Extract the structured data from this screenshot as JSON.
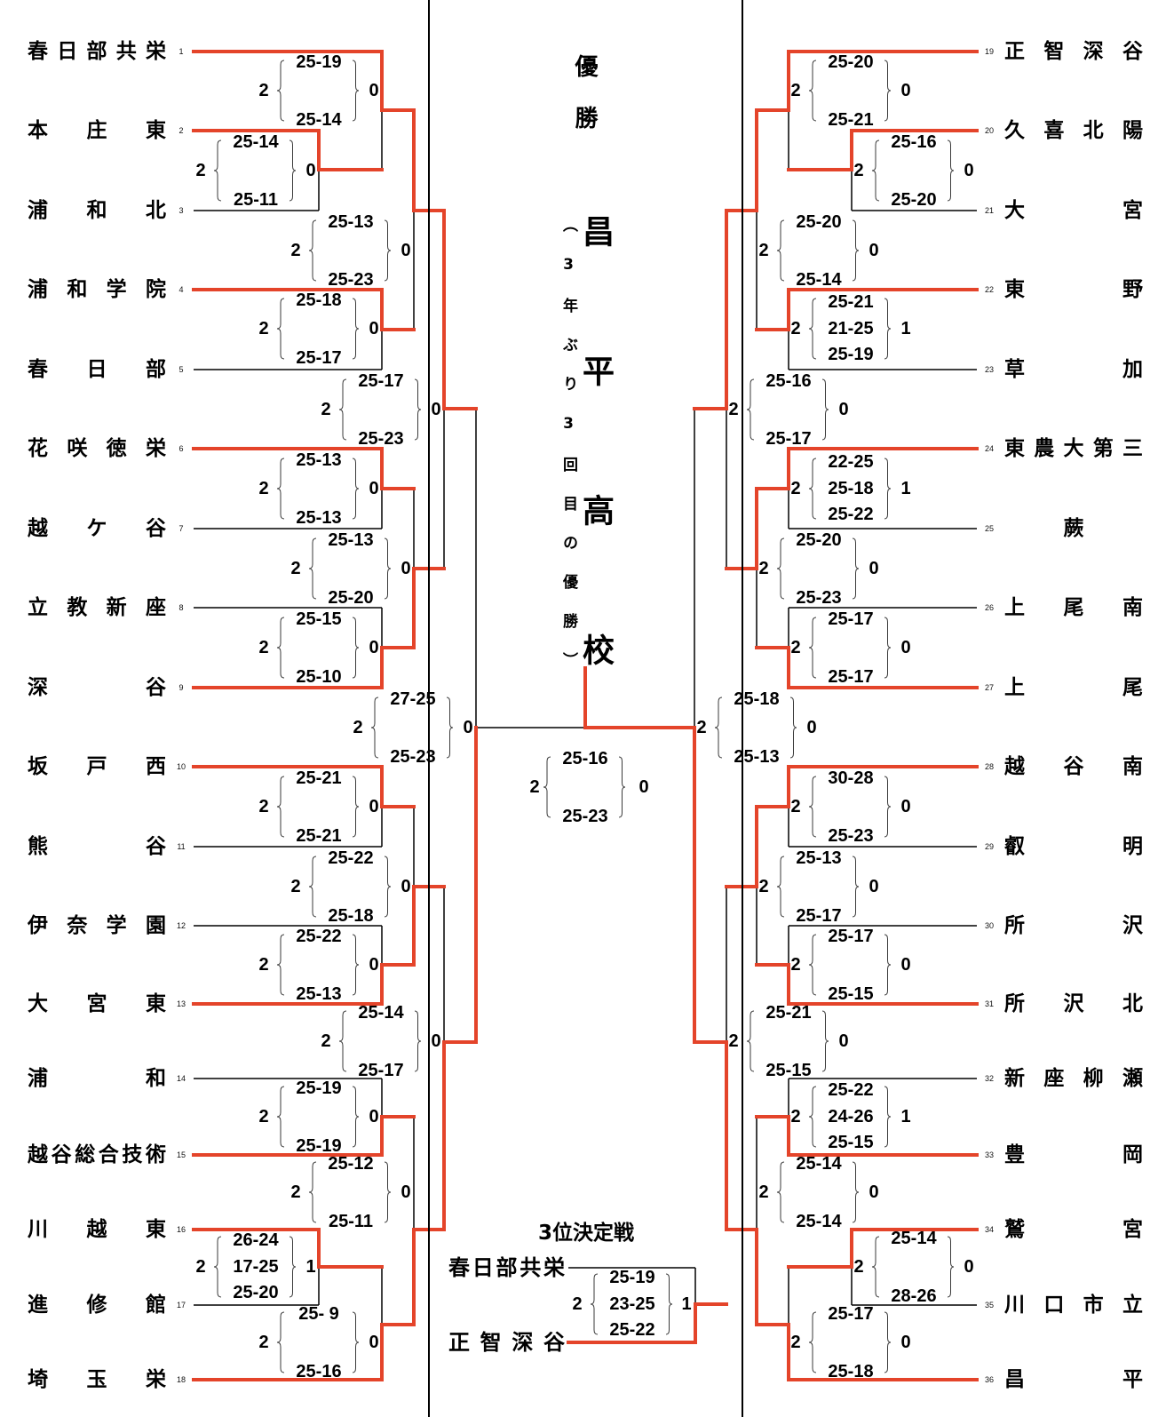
{
  "champion": {
    "label": "優勝",
    "school": "昌平高校",
    "note": "（3年ぶり3回目の優勝）"
  },
  "colors": {
    "advance_line": "#e4442a",
    "bracket_line": "#000000"
  },
  "left_teams": [
    {
      "seed": "1",
      "name": "春日部共栄"
    },
    {
      "seed": "2",
      "name": "本庄東"
    },
    {
      "seed": "3",
      "name": "浦和北"
    },
    {
      "seed": "4",
      "name": "浦和学院"
    },
    {
      "seed": "5",
      "name": "春日部"
    },
    {
      "seed": "6",
      "name": "花咲徳栄"
    },
    {
      "seed": "7",
      "name": "越ケ谷"
    },
    {
      "seed": "8",
      "name": "立教新座"
    },
    {
      "seed": "9",
      "name": "深谷"
    },
    {
      "seed": "10",
      "name": "坂戸西"
    },
    {
      "seed": "11",
      "name": "熊谷"
    },
    {
      "seed": "12",
      "name": "伊奈学園"
    },
    {
      "seed": "13",
      "name": "大宮東"
    },
    {
      "seed": "14",
      "name": "浦和"
    },
    {
      "seed": "15",
      "name": "越谷総合技術"
    },
    {
      "seed": "16",
      "name": "川越東"
    },
    {
      "seed": "17",
      "name": "進修館"
    },
    {
      "seed": "18",
      "name": "埼玉栄"
    }
  ],
  "right_teams": [
    {
      "seed": "19",
      "name": "正智深谷"
    },
    {
      "seed": "20",
      "name": "久喜北陽"
    },
    {
      "seed": "21",
      "name": "大宮"
    },
    {
      "seed": "22",
      "name": "東野"
    },
    {
      "seed": "23",
      "name": "草加"
    },
    {
      "seed": "24",
      "name": "東農大第三"
    },
    {
      "seed": "25",
      "name": "蕨"
    },
    {
      "seed": "26",
      "name": "上尾南"
    },
    {
      "seed": "27",
      "name": "上尾"
    },
    {
      "seed": "28",
      "name": "越谷南"
    },
    {
      "seed": "29",
      "name": "叡明"
    },
    {
      "seed": "30",
      "name": "所沢"
    },
    {
      "seed": "31",
      "name": "所沢北"
    },
    {
      "seed": "32",
      "name": "新座柳瀬"
    },
    {
      "seed": "33",
      "name": "豊岡"
    },
    {
      "seed": "34",
      "name": "鷲宮"
    },
    {
      "seed": "35",
      "name": "川口市立"
    },
    {
      "seed": "36",
      "name": "昌平"
    }
  ],
  "left_matches": [
    {
      "left_sets": "2",
      "scores": [
        "25-19",
        "25-14"
      ],
      "right_sets": "0",
      "advancing": "top"
    },
    {
      "left_sets": "2",
      "scores": [
        "25-14",
        "25-11"
      ],
      "right_sets": "0",
      "advancing": "top"
    },
    {
      "left_sets": "2",
      "scores": [
        "25-13",
        "25-23"
      ],
      "right_sets": "0",
      "advancing": "top"
    },
    {
      "left_sets": "2",
      "scores": [
        "25-18",
        "25-17"
      ],
      "right_sets": "0",
      "advancing": "top"
    },
    {
      "left_sets": "2",
      "scores": [
        "25-17",
        "25-23"
      ],
      "right_sets": "0",
      "advancing": "top"
    },
    {
      "left_sets": "2",
      "scores": [
        "25-13",
        "25-13"
      ],
      "right_sets": "0",
      "advancing": "top"
    },
    {
      "left_sets": "2",
      "scores": [
        "25-13",
        "25-20"
      ],
      "right_sets": "0",
      "advancing": "bottom"
    },
    {
      "left_sets": "2",
      "scores": [
        "25-15",
        "25-10"
      ],
      "right_sets": "0",
      "advancing": "bottom"
    },
    {
      "left_sets": "2",
      "scores": [
        "27-25",
        "25-23"
      ],
      "right_sets": "0",
      "advancing": "bottom"
    },
    {
      "left_sets": "2",
      "scores": [
        "25-21",
        "25-21"
      ],
      "right_sets": "0",
      "advancing": "top"
    },
    {
      "left_sets": "2",
      "scores": [
        "25-22",
        "25-18"
      ],
      "right_sets": "0",
      "advancing": "bottom"
    },
    {
      "left_sets": "2",
      "scores": [
        "25-22",
        "25-13"
      ],
      "right_sets": "0",
      "advancing": "bottom"
    },
    {
      "left_sets": "2",
      "scores": [
        "25-14",
        "25-17"
      ],
      "right_sets": "0",
      "advancing": "bottom"
    },
    {
      "left_sets": "2",
      "scores": [
        "25-19",
        "25-19"
      ],
      "right_sets": "0",
      "advancing": "bottom"
    },
    {
      "left_sets": "2",
      "scores": [
        "25-12",
        "25-11"
      ],
      "right_sets": "0",
      "advancing": "bottom"
    },
    {
      "left_sets": "2",
      "scores": [
        "26-24",
        "17-25",
        "25-20"
      ],
      "right_sets": "1",
      "advancing": "top"
    },
    {
      "left_sets": "2",
      "scores": [
        "25- 9",
        "25-16"
      ],
      "right_sets": "0",
      "advancing": "bottom"
    }
  ],
  "right_matches": [
    {
      "left_sets": "2",
      "scores": [
        "25-20",
        "25-21"
      ],
      "right_sets": "0",
      "advancing": "top"
    },
    {
      "left_sets": "2",
      "scores": [
        "25-16",
        "25-20"
      ],
      "right_sets": "0",
      "advancing": "top"
    },
    {
      "left_sets": "2",
      "scores": [
        "25-20",
        "25-14"
      ],
      "right_sets": "0",
      "advancing": "top"
    },
    {
      "left_sets": "2",
      "scores": [
        "25-21",
        "21-25",
        "25-19"
      ],
      "right_sets": "1",
      "advancing": "top"
    },
    {
      "left_sets": "2",
      "scores": [
        "25-16",
        "25-17"
      ],
      "right_sets": "0",
      "advancing": "top"
    },
    {
      "left_sets": "2",
      "scores": [
        "22-25",
        "25-18",
        "25-22"
      ],
      "right_sets": "1",
      "advancing": "top"
    },
    {
      "left_sets": "2",
      "scores": [
        "25-20",
        "25-23"
      ],
      "right_sets": "0",
      "advancing": "top"
    },
    {
      "left_sets": "2",
      "scores": [
        "25-17",
        "25-17"
      ],
      "right_sets": "0",
      "advancing": "bottom"
    },
    {
      "left_sets": "2",
      "scores": [
        "25-18",
        "25-13"
      ],
      "right_sets": "0",
      "advancing": "bottom"
    },
    {
      "left_sets": "2",
      "scores": [
        "30-28",
        "25-23"
      ],
      "right_sets": "0",
      "advancing": "top"
    },
    {
      "left_sets": "2",
      "scores": [
        "25-13",
        "25-17"
      ],
      "right_sets": "0",
      "advancing": "top"
    },
    {
      "left_sets": "2",
      "scores": [
        "25-17",
        "25-15"
      ],
      "right_sets": "0",
      "advancing": "bottom"
    },
    {
      "left_sets": "2",
      "scores": [
        "25-21",
        "25-15"
      ],
      "right_sets": "0",
      "advancing": "bottom"
    },
    {
      "left_sets": "2",
      "scores": [
        "25-22",
        "24-26",
        "25-15"
      ],
      "right_sets": "1",
      "advancing": "bottom"
    },
    {
      "left_sets": "2",
      "scores": [
        "25-14",
        "25-14"
      ],
      "right_sets": "0",
      "advancing": "bottom"
    },
    {
      "left_sets": "2",
      "scores": [
        "25-14",
        "28-26"
      ],
      "right_sets": "0",
      "advancing": "top"
    },
    {
      "left_sets": "2",
      "scores": [
        "25-17",
        "25-18"
      ],
      "right_sets": "0",
      "advancing": "bottom"
    }
  ],
  "final": {
    "left_sets": "2",
    "scores": [
      "25-16",
      "25-23"
    ],
    "right_sets": "0",
    "advancing": "right"
  },
  "third_place": {
    "title": "3位決定戦",
    "top_team": "春日部共栄",
    "bottom_team": "正智深谷",
    "left_sets": "2",
    "scores": [
      "25-19",
      "23-25",
      "25-22"
    ],
    "right_sets": "1",
    "advancing": "bottom"
  }
}
